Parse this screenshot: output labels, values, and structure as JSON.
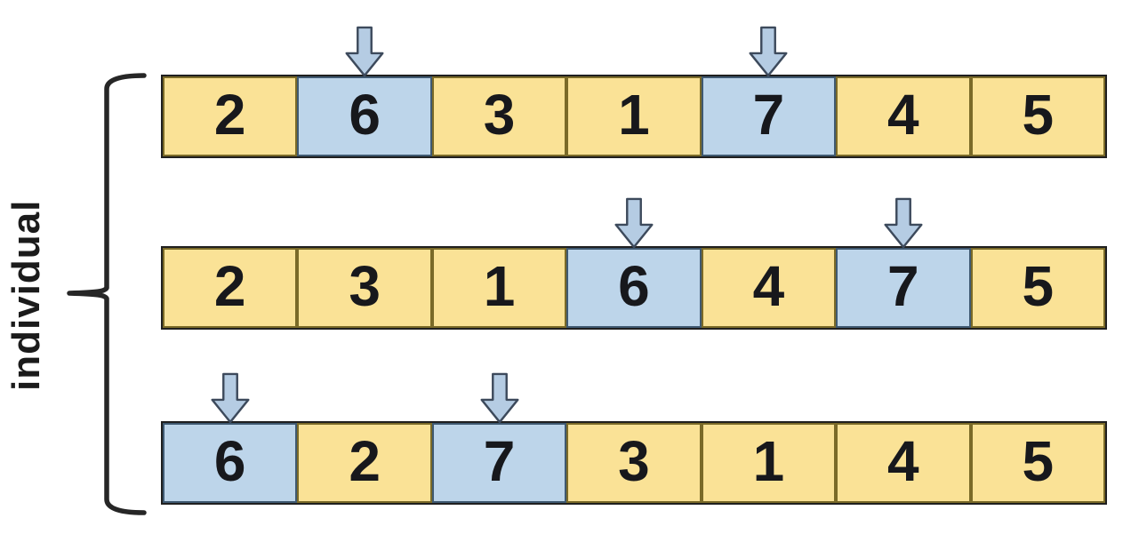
{
  "diagram": {
    "label": "individual",
    "rows": [
      {
        "values": [
          "2",
          "6",
          "3",
          "1",
          "7",
          "4",
          "5"
        ],
        "highlighted": [
          1,
          4
        ]
      },
      {
        "values": [
          "2",
          "3",
          "1",
          "6",
          "4",
          "7",
          "5"
        ],
        "highlighted": [
          3,
          5
        ]
      },
      {
        "values": [
          "6",
          "2",
          "7",
          "3",
          "1",
          "4",
          "5"
        ],
        "highlighted": [
          0,
          2
        ]
      }
    ],
    "colors": {
      "cell_fill": "#FAE296",
      "cell_border": "#7A6A28",
      "highlight_fill": "#BDD5EA",
      "highlight_border": "#3F5971",
      "row_outline": "#1F1F1F",
      "arrow_fill": "#B5CCE3",
      "arrow_stroke": "#3D4A5C",
      "brace_color": "#262626",
      "text_color": "#17181C",
      "background": "#FFFFFF"
    }
  }
}
